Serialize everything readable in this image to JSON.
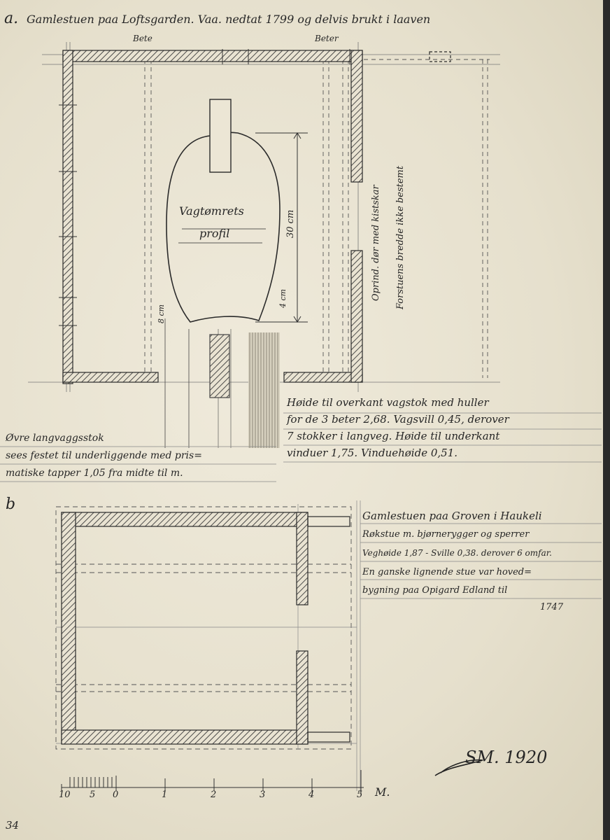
{
  "header": {
    "label_a": "a.",
    "title_a": "Gamlestuen paa Loftsgarden. Vaa. nedtat 1799 og delvis brukt i laaven"
  },
  "plan_a": {
    "bete_left": "Bete",
    "bete_right": "Beter",
    "profile_line1": "Vagtømrets",
    "profile_line2": "profil",
    "dim_30cm": "30 cm",
    "dim_8cm": "8 cm",
    "dim_4cm": "4 cm",
    "door_note": "Oprind. dør med kistskar",
    "width_note": "Forstuens bredde ikke bestemt",
    "caption_right": [
      "Høide til overkant vagstok med huller",
      "for de 3 beter  2,68. Vagsvill 0,45, derover",
      "7 stokker i langveg. Høide til underkant",
      "vinduer 1,75. Vinduehøide 0,51."
    ],
    "caption_left": [
      "Øvre langvaggsstok",
      "sees festet til underliggende med pris=",
      "matiske tapper 1,05 fra midte til m."
    ]
  },
  "plan_b": {
    "label_b": "b",
    "caption": [
      "Gamlestuen paa Groven i Haukeli",
      "Røkstue m. bjørnerygger og sperrer",
      "Veghøide 1,87 - Sville 0,38. derover 6 omfar.",
      "En ganske lignende stue var hoved=",
      "bygning paa Opigard Edland til",
      "1747"
    ]
  },
  "signature": "SM. 1920",
  "scale": {
    "labels": [
      "10",
      "5",
      "0",
      "1",
      "2",
      "3",
      "4",
      "5"
    ],
    "unit": "M."
  },
  "page_number": "34"
}
